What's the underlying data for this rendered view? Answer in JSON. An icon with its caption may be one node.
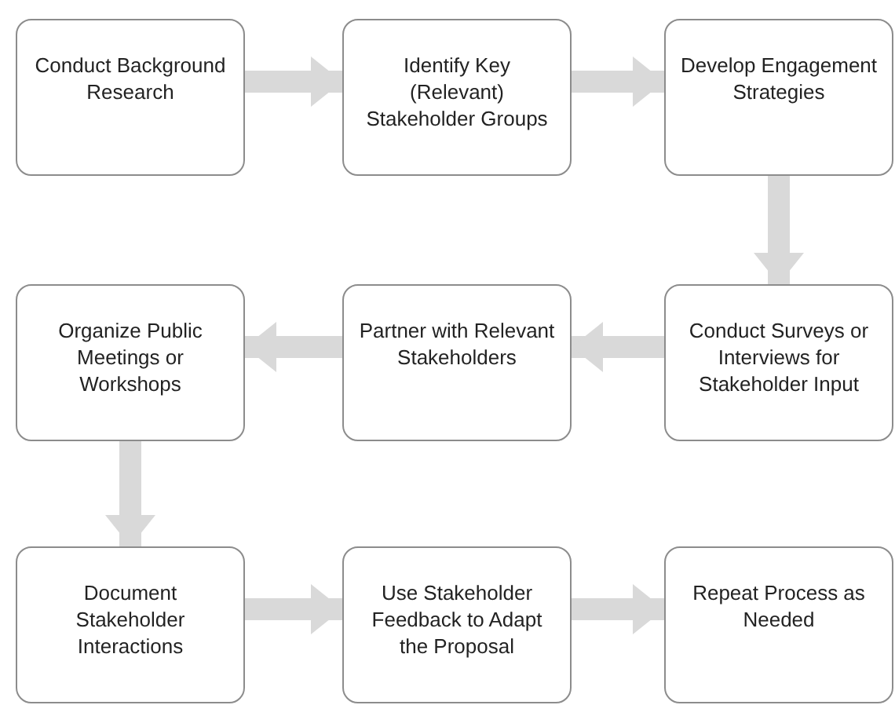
{
  "diagram": {
    "nodes": [
      {
        "text": [
          "Conduct Background Research"
        ]
      },
      {
        "text": [
          "Identify Key (Relevant) Stakeholder Groups"
        ]
      },
      {
        "text": [
          "Develop Engagement Strategies"
        ]
      },
      {
        "text": [
          "Organize Public Meetings or Workshops"
        ]
      },
      {
        "text": [
          "Partner with Relevant Stakeholders"
        ]
      },
      {
        "text": [
          "Conduct Surveys or Interviews for Stakeholder Input"
        ]
      },
      {
        "text": [
          "Document Stakeholder Interactions"
        ]
      },
      {
        "text": [
          "Use Stakeholder Feedback to Adapt the Proposal"
        ]
      },
      {
        "text": [
          "Repeat Process as Needed"
        ]
      }
    ],
    "edges": [
      {
        "from": 0,
        "to": 1,
        "arrow": "to"
      },
      {
        "from": 1,
        "to": 2,
        "arrow": "to"
      },
      {
        "from": 2,
        "to": 5,
        "arrow": "to"
      },
      {
        "from": 5,
        "to": 4,
        "arrow": "to"
      },
      {
        "from": 4,
        "to": 3,
        "arrow": "to"
      },
      {
        "from": 3,
        "to": 6,
        "arrow": "to"
      },
      {
        "from": 6,
        "to": 7,
        "arrow": "to"
      },
      {
        "from": 7,
        "to": 8,
        "arrow": "to"
      }
    ]
  }
}
